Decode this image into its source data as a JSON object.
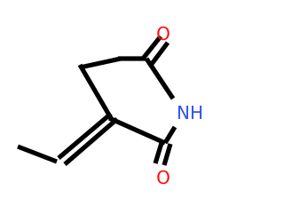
{
  "molecule": {
    "atoms": {
      "oxygen_top": "O",
      "nitrogen": "NH",
      "oxygen_bottom": "O"
    }
  },
  "colors": {
    "bond": "#000000",
    "oxygen": "#ff0d0d",
    "nitrogen": "#3050f8",
    "background": "#ffffff"
  }
}
